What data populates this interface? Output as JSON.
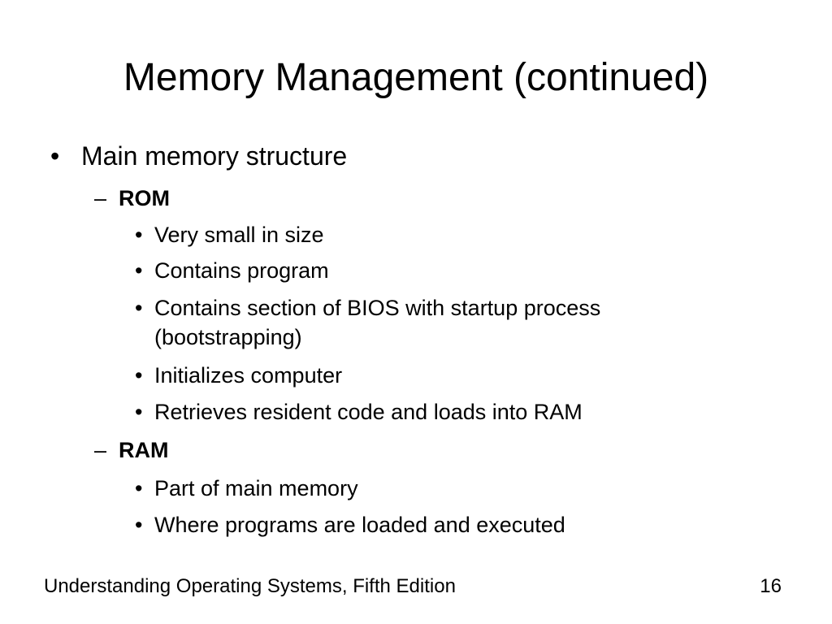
{
  "slide": {
    "title": "Memory Management (continued)",
    "bullets": {
      "level1_marker": "•",
      "level2_marker": "–",
      "level3_marker": "•",
      "main": "Main memory structure",
      "rom": {
        "label": "ROM",
        "items": [
          "Very small in size",
          "Contains program",
          "Contains section of BIOS with startup process",
          "(bootstrapping)",
          "Initializes computer",
          "Retrieves resident code and loads into RAM"
        ]
      },
      "ram": {
        "label": "RAM",
        "items": [
          "Part of main memory",
          "Where programs are loaded and executed"
        ]
      }
    },
    "footer": {
      "book": "Understanding Operating Systems, Fifth Edition",
      "page": "16"
    }
  }
}
